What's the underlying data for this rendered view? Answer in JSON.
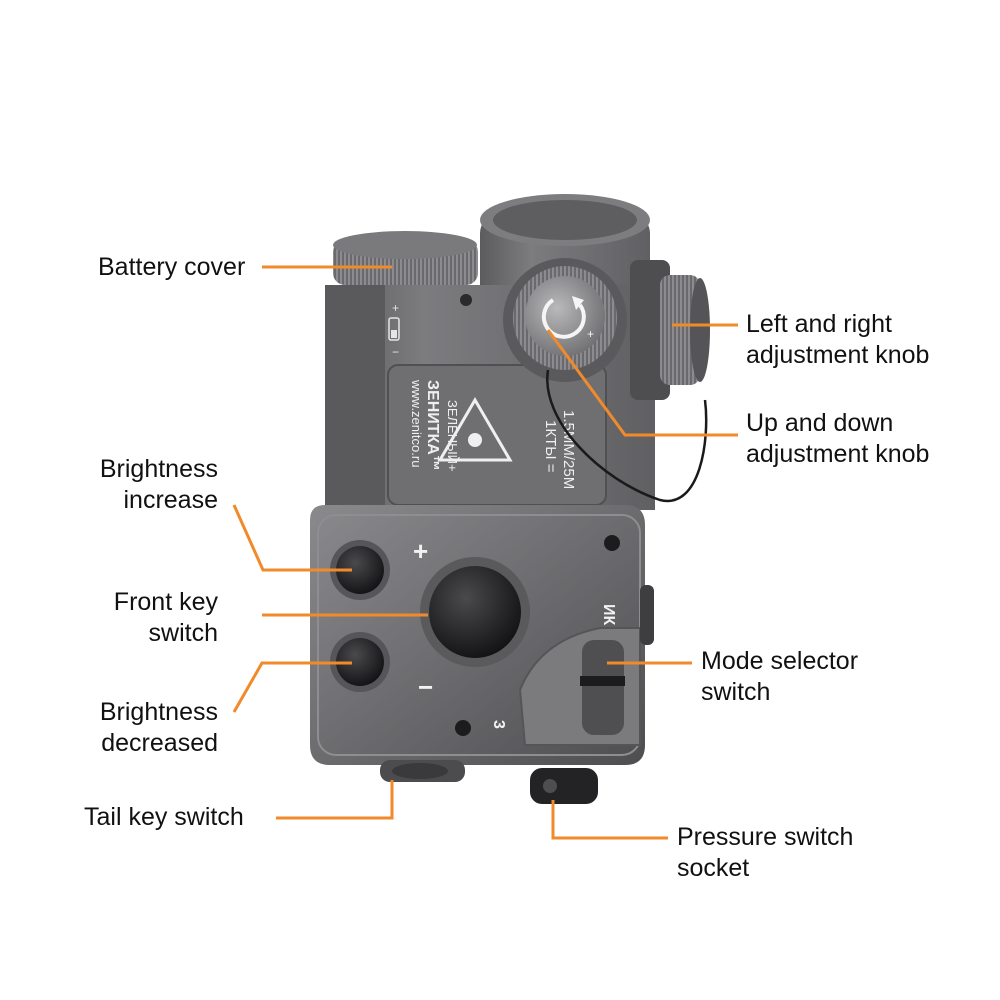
{
  "labels": {
    "battery_cover": "Battery cover",
    "brightness_increase": "Brightness\nincrease",
    "front_key_switch": "Front key\nswitch",
    "brightness_decreased": "Brightness\ndecreased",
    "tail_key_switch": "Tail key switch",
    "left_right_knob": "Left and right\nadjustment knob",
    "up_down_knob": "Up and down\nadjustment knob",
    "mode_selector": "Mode selector\nswitch",
    "pressure_socket": "Pressure switch\nsocket"
  },
  "device_markings": {
    "brand": "ЗЕНИТКА™",
    "website": "www.zenitco.ru",
    "model": "ЗЕЛЕНЫЙ+",
    "spec_line1": "1КТЫ =",
    "spec_line2": "1.5ММ/25М",
    "plus_sign": "+",
    "minus_sign": "−",
    "ik_mark": "ИК",
    "mode_number": "3",
    "battery_plus": "+",
    "battery_minus": "−"
  },
  "colors": {
    "leader": "#f08a2a",
    "body": "#6e6e70",
    "body_dark": "#4a4a4c",
    "button": "#1f1f21",
    "label_text": "#111111"
  }
}
